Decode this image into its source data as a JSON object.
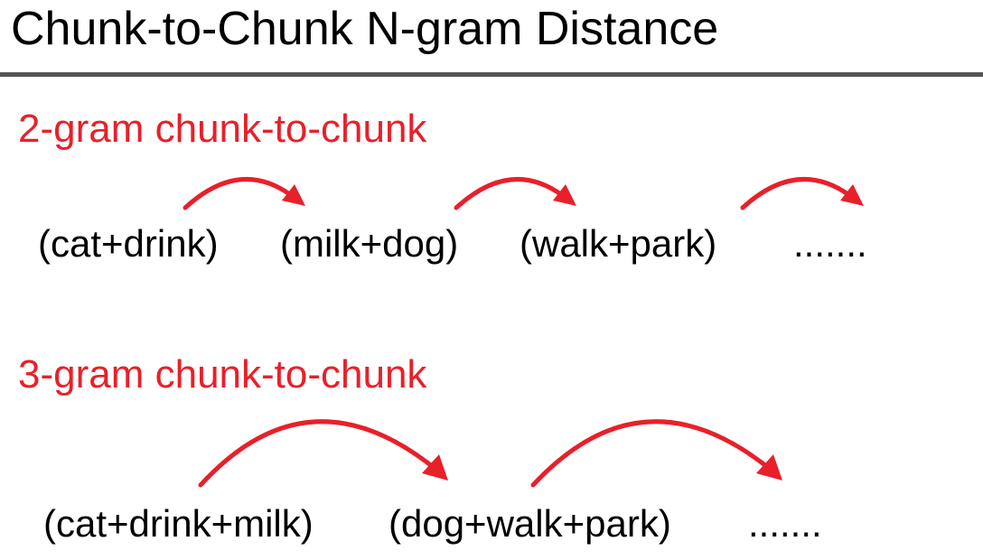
{
  "title": "Chunk-to-Chunk N-gram Distance",
  "colors": {
    "accent": "#e8202a",
    "text": "#000000",
    "rule": "#555555"
  },
  "sections": [
    {
      "heading": "2-gram chunk-to-chunk",
      "chunks": [
        "(cat+drink)",
        "(milk+dog)",
        "(walk+park)",
        "......."
      ]
    },
    {
      "heading": "3-gram chunk-to-chunk",
      "chunks": [
        "(cat+drink+milk)",
        "(dog+walk+park)",
        "......."
      ]
    }
  ]
}
